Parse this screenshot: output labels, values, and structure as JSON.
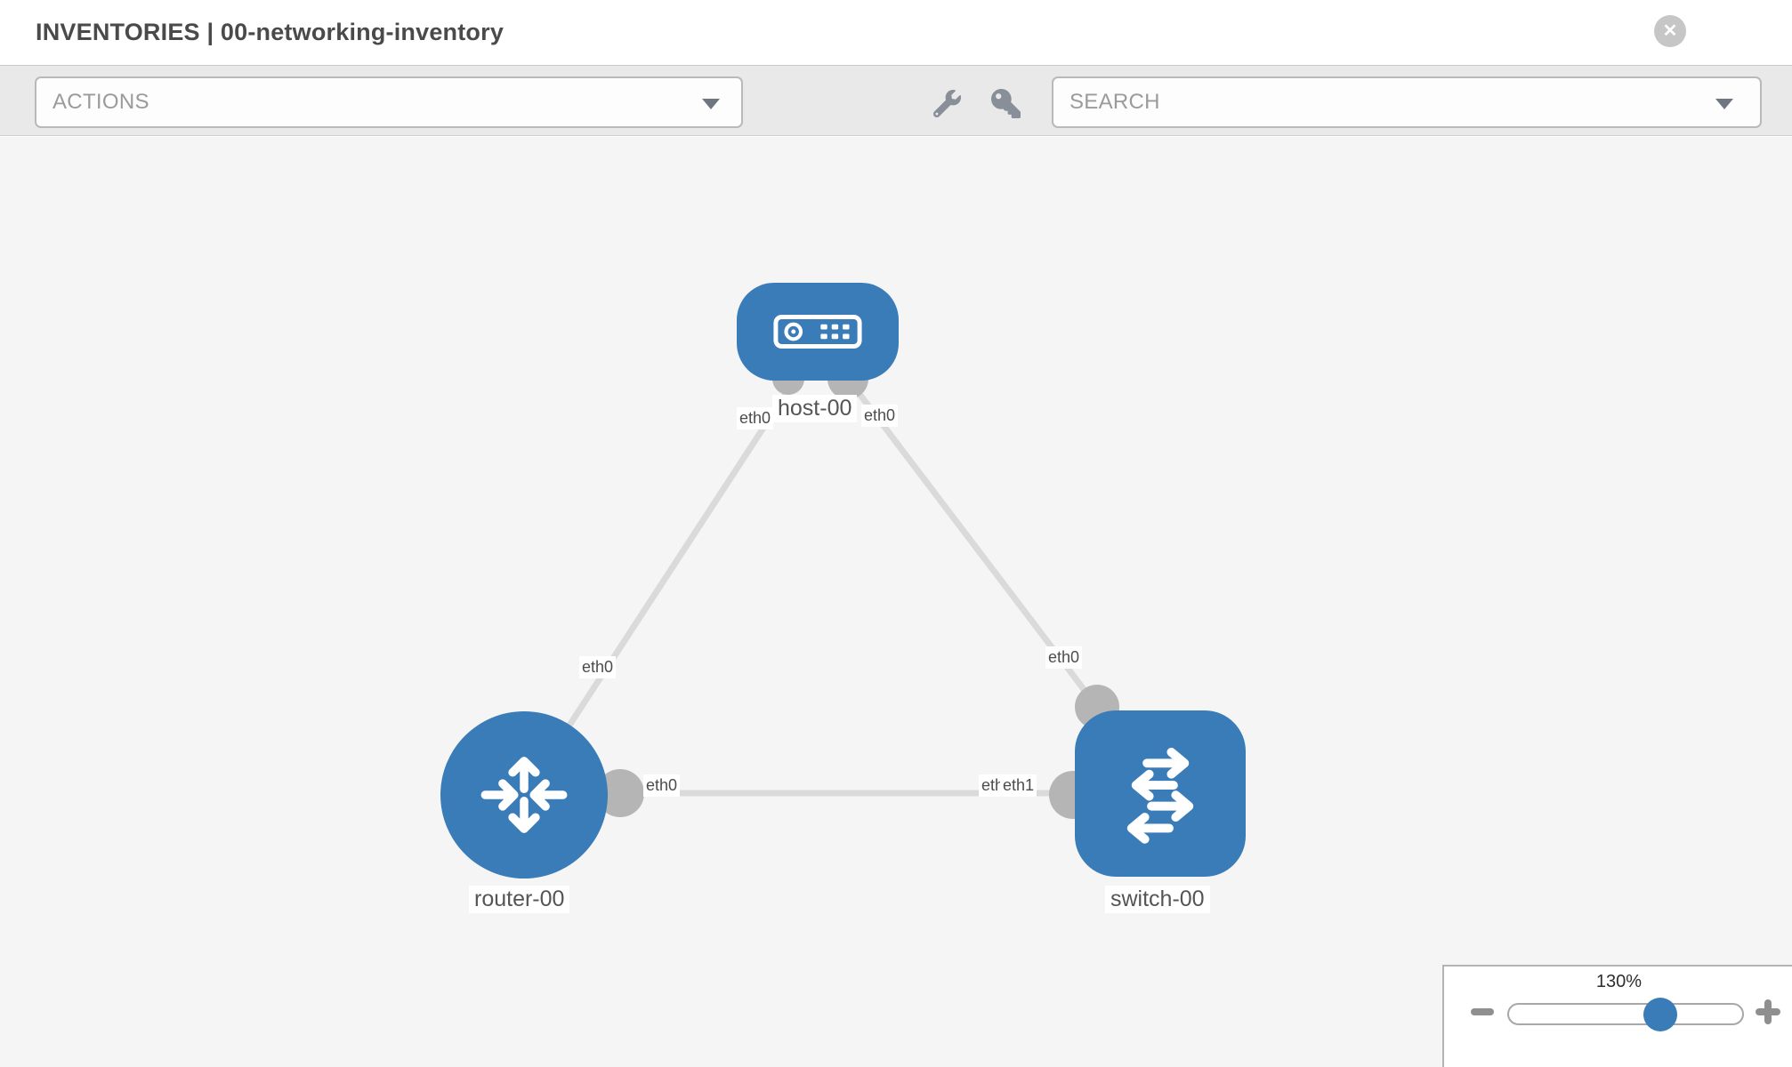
{
  "header": {
    "title": "INVENTORIES | 00-networking-inventory",
    "close_glyph": "✕"
  },
  "toolbar": {
    "actions_label": "ACTIONS",
    "search_label": "SEARCH"
  },
  "canvas": {
    "nodes": [
      {
        "label": "host-00",
        "type": "host"
      },
      {
        "label": "router-00",
        "type": "router"
      },
      {
        "label": "switch-00",
        "type": "switch"
      }
    ],
    "links": [
      {
        "from": "host-00",
        "to": "router-00",
        "from_interface": "eth0",
        "to_interface": "eth0"
      },
      {
        "from": "host-00",
        "to": "switch-00",
        "from_interface": "eth0",
        "to_interface": "eth0"
      },
      {
        "from": "router-00",
        "to": "switch-00",
        "from_interface": "eth0",
        "to_interface": "eth1"
      }
    ],
    "interface_labels": [
      "eth0",
      "eth0",
      "eth0",
      "eth0",
      "eth0",
      "eth0",
      "eth1"
    ]
  },
  "zoom_control": {
    "level": "130%"
  },
  "colors": {
    "node_blue": "#3a7cb8",
    "link_gray": "#dadada",
    "port_gray": "#b5b5b5",
    "canvas_bg": "#f5f5f5",
    "toolbar_bg": "#e9e9e9"
  }
}
